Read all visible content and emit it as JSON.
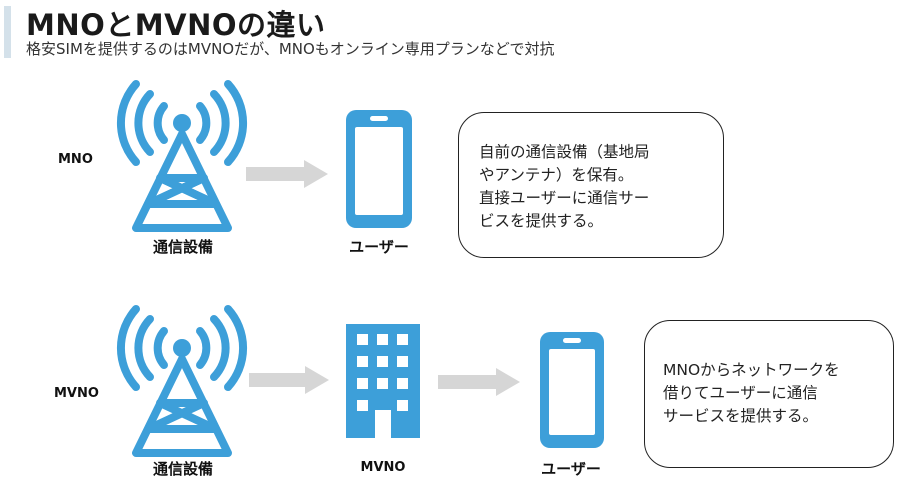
{
  "header": {
    "title": "MNOとMVNOの違い",
    "subtitle": "格安SIMを提供するのはMVNOだが、MNOもオンライン専用プランなどで対抗"
  },
  "colors": {
    "icon_blue": "#3d9fd9",
    "arrow_gray": "#d6d6d6",
    "accent_bar": "#d4e1ea"
  },
  "mno_row": {
    "label": "MNO",
    "tower_caption": "通信設備",
    "user_caption": "ユーザー",
    "note_lines": [
      "自前の通信設備（基地局",
      "やアンテナ）を保有。",
      "直接ユーザーに通信サー",
      "ビスを提供する。"
    ]
  },
  "mvno_row": {
    "label": "MVNO",
    "tower_caption": "通信設備",
    "building_caption": "MVNO",
    "user_caption": "ユーザー",
    "note_lines": [
      "MNOからネットワークを",
      "借りてユーザーに通信",
      "サービスを提供する。"
    ]
  },
  "icons": [
    "antenna-tower-icon",
    "smartphone-icon",
    "office-building-icon",
    "arrow-right-icon"
  ]
}
